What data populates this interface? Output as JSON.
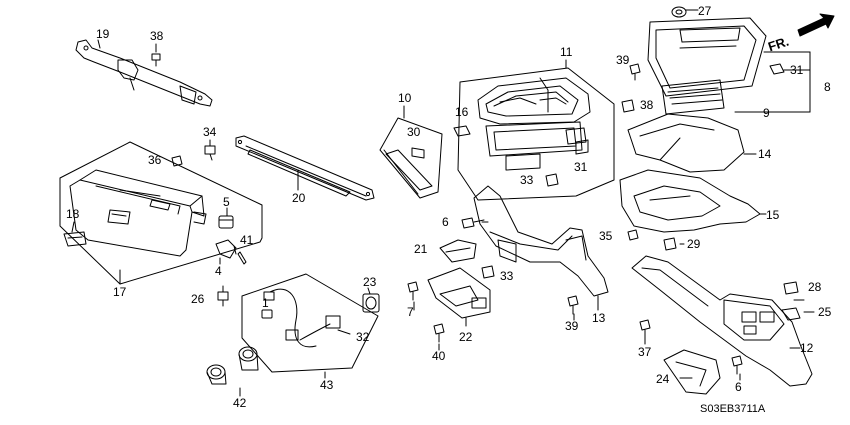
{
  "diagram_code": "S03EB3711A",
  "direction_label": "FR.",
  "part_numbers": {
    "p1": "1",
    "p4": "4",
    "p5": "5",
    "p6a": "6",
    "p6b": "6",
    "p7": "7",
    "p8": "8",
    "p9": "9",
    "p10": "10",
    "p11": "11",
    "p12": "12",
    "p13": "13",
    "p14": "14",
    "p15": "15",
    "p16": "16",
    "p17": "17",
    "p18": "18",
    "p19": "19",
    "p20": "20",
    "p21": "21",
    "p22": "22",
    "p23": "23",
    "p24": "24",
    "p25": "25",
    "p26": "26",
    "p27": "27",
    "p28": "28",
    "p29": "29",
    "p30": "30",
    "p31a": "31",
    "p31b": "31",
    "p32": "32",
    "p33a": "33",
    "p33b": "33",
    "p34": "34",
    "p35": "35",
    "p36": "36",
    "p37": "37",
    "p38a": "38",
    "p38b": "38",
    "p39a": "39",
    "p39b": "39",
    "p40": "40",
    "p41": "41",
    "p42": "42",
    "p43": "43"
  }
}
